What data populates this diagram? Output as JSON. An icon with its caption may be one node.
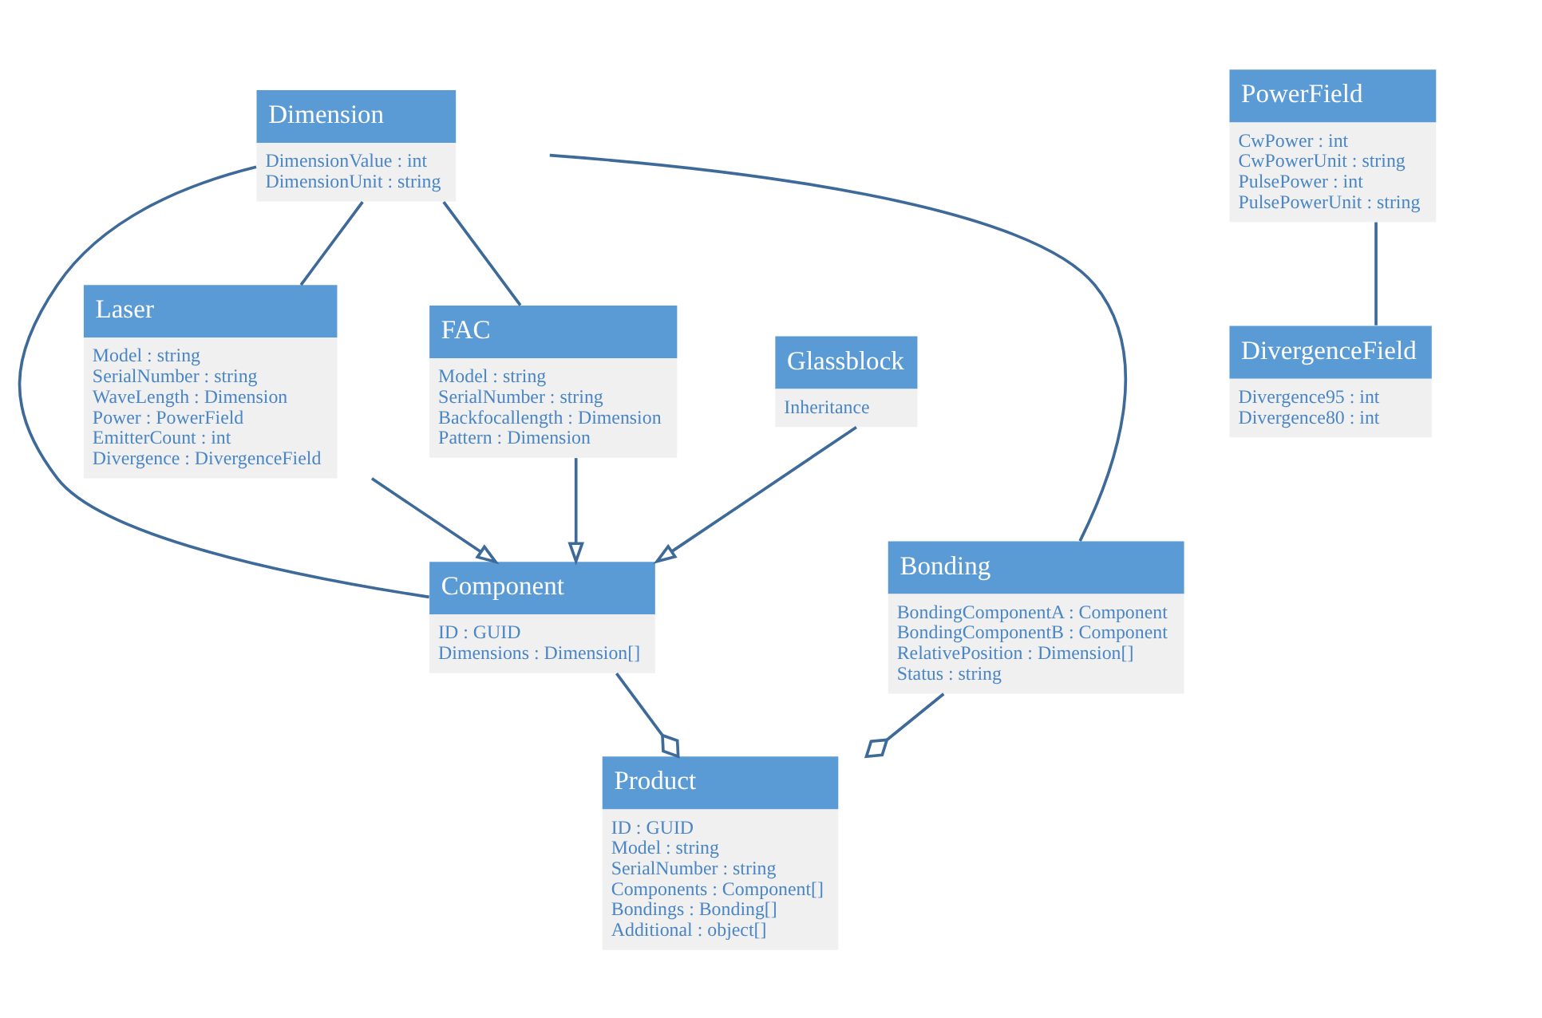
{
  "diagram": {
    "nodes": [
      {
        "text": [
          "Dimension",
          "DimensionValue : int",
          "DimensionUnit : string"
        ]
      },
      {
        "text": [
          "Glassblock",
          "Inheritance"
        ]
      },
      {
        "text": [
          "Component",
          "ID : GUID",
          "Dimensions : Dimension[]"
        ]
      },
      {
        "text": [
          "Laser",
          "Model : string",
          "SerialNumber : string",
          "WaveLength : Dimension",
          "Power : PowerField",
          "EmitterCount : int",
          "Divergence : DivergenceField"
        ]
      },
      {
        "text": [
          "FAC",
          "Model : string",
          "SerialNumber : string",
          "Backfocallength : Dimension",
          "Pattern : Dimension"
        ]
      },
      {
        "text": [
          "Product",
          "ID : GUID",
          "Model : string",
          "SerialNumber : string",
          "Components : Component[]",
          "Bondings : Bonding[]",
          "Additional : object[]"
        ]
      },
      {
        "text": [
          "PowerField",
          "CwPower : int",
          "CwPowerUnit : string",
          "PulsePower : int",
          "PulsePowerUnit : string"
        ]
      },
      {
        "text": [
          "Bonding",
          "BondingComponentA : Component",
          "BondingComponentB : Component",
          "RelativePosition : Dimension[]",
          "Status : string"
        ]
      },
      {
        "text": [
          "DivergenceField",
          "Divergence95 : int",
          "Divergence80 : int"
        ]
      }
    ],
    "edges": [
      {
        "from": 0,
        "to": 2,
        "arrow": "none"
      },
      {
        "from": 0,
        "to": 4,
        "arrow": "none"
      },
      {
        "from": 0,
        "to": 7,
        "arrow": "none"
      },
      {
        "from": 0,
        "to": 3,
        "arrow": "none"
      },
      {
        "from": 1,
        "to": 2,
        "arrow": "to"
      },
      {
        "from": 4,
        "to": 2,
        "arrow": "to"
      },
      {
        "from": 3,
        "to": 2,
        "arrow": "to"
      },
      {
        "from": 2,
        "to": 5,
        "arrow": "other"
      },
      {
        "from": 7,
        "to": 5,
        "arrow": "other"
      },
      {
        "from": 6,
        "to": 8,
        "arrow": "none"
      }
    ]
  }
}
